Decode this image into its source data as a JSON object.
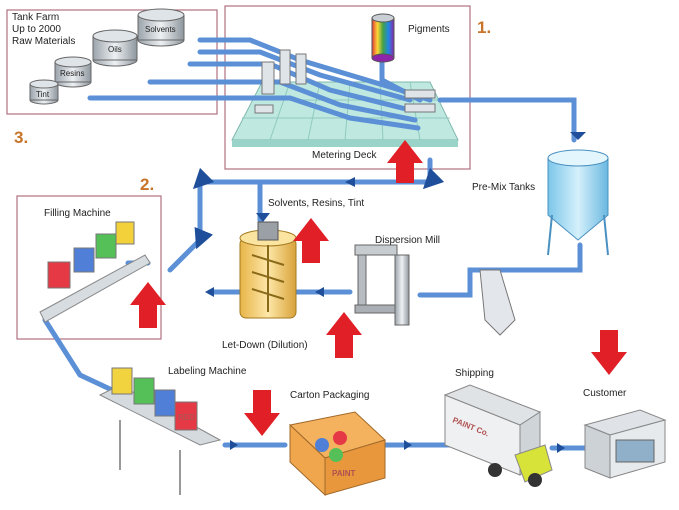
{
  "numbers": {
    "one": "1.",
    "two": "2.",
    "three": "3."
  },
  "tank_farm": {
    "title_line1": "Tank Farm",
    "title_line2": "Up to 2000",
    "title_line3": "Raw Materials",
    "tanks": {
      "solvents": "Solvents",
      "oils": "Oils",
      "resins": "Resins",
      "tint": "Tint"
    }
  },
  "labels": {
    "pigments": "Pigments",
    "metering_deck": "Metering Deck",
    "pre_mix_tanks": "Pre-Mix Tanks",
    "solvents_resins_tint": "Solvents, Resins, Tint",
    "dispersion_mill": "Dispersion Mill",
    "filling_machine": "Filling Machine",
    "let_down": "Let-Down (Dilution)",
    "labeling_machine": "Labeling Machine",
    "carton_packaging": "Carton Packaging",
    "shipping": "Shipping",
    "customer": "Customer"
  },
  "graphics": {
    "truck_text": "PAINT Co.",
    "box_text": "PAINT",
    "can_label": "RED"
  },
  "colors": {
    "pipe": "#5b8fd6",
    "pipe_edge": "#2f5fa8",
    "arrow": "#e01f26",
    "frame": "#b07080",
    "number": "#c8742a",
    "deck": "#bfe8e0"
  }
}
